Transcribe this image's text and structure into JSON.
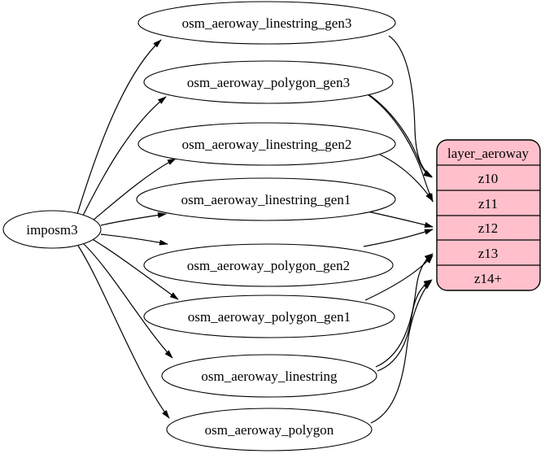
{
  "diagram": {
    "source_node": {
      "label": "imposm3"
    },
    "tables": [
      {
        "label": "osm_aeroway_linestring_gen3"
      },
      {
        "label": "osm_aeroway_polygon_gen3"
      },
      {
        "label": "osm_aeroway_linestring_gen2"
      },
      {
        "label": "osm_aeroway_linestring_gen1"
      },
      {
        "label": "osm_aeroway_polygon_gen2"
      },
      {
        "label": "osm_aeroway_polygon_gen1"
      },
      {
        "label": "osm_aeroway_linestring"
      },
      {
        "label": "osm_aeroway_polygon"
      }
    ],
    "layer": {
      "title": "layer_aeroway",
      "zoom_rows": [
        {
          "label": "z10"
        },
        {
          "label": "z11"
        },
        {
          "label": "z12"
        },
        {
          "label": "z13"
        },
        {
          "label": "z14+"
        }
      ]
    },
    "edges": [
      {
        "from": "imposm3",
        "to": "osm_aeroway_linestring_gen3"
      },
      {
        "from": "imposm3",
        "to": "osm_aeroway_polygon_gen3"
      },
      {
        "from": "imposm3",
        "to": "osm_aeroway_linestring_gen2"
      },
      {
        "from": "imposm3",
        "to": "osm_aeroway_linestring_gen1"
      },
      {
        "from": "imposm3",
        "to": "osm_aeroway_polygon_gen2"
      },
      {
        "from": "imposm3",
        "to": "osm_aeroway_polygon_gen1"
      },
      {
        "from": "imposm3",
        "to": "osm_aeroway_linestring"
      },
      {
        "from": "imposm3",
        "to": "osm_aeroway_polygon"
      },
      {
        "from": "osm_aeroway_linestring_gen3",
        "to": "z10"
      },
      {
        "from": "osm_aeroway_polygon_gen3",
        "to": "z10"
      },
      {
        "from": "osm_aeroway_polygon_gen3",
        "to": "z11"
      },
      {
        "from": "osm_aeroway_linestring_gen2",
        "to": "z11"
      },
      {
        "from": "osm_aeroway_linestring_gen1",
        "to": "z12"
      },
      {
        "from": "osm_aeroway_polygon_gen2",
        "to": "z12"
      },
      {
        "from": "osm_aeroway_polygon_gen1",
        "to": "z13"
      },
      {
        "from": "osm_aeroway_linestring",
        "to": "z13"
      },
      {
        "from": "osm_aeroway_linestring",
        "to": "z14+"
      },
      {
        "from": "osm_aeroway_polygon",
        "to": "z14+"
      }
    ],
    "colors": {
      "layer_fill": "#ffc0cb",
      "table_fill": "#ffffff",
      "stroke": "#000000"
    }
  }
}
